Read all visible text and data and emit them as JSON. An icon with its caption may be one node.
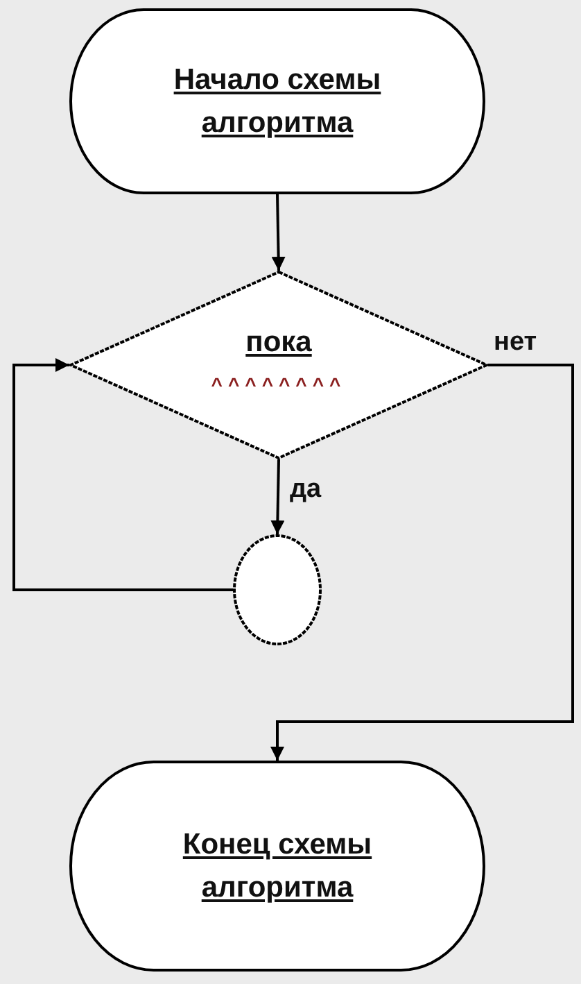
{
  "diagram": {
    "nodes": [
      {
        "text": [
          "Начало схемы алгоритма"
        ]
      },
      {
        "text": [
          "пока",
          "^^^^^^^^"
        ]
      },
      {
        "text": [],
        "shape": "circle"
      },
      {
        "text": [
          "Конец схемы алгоритма"
        ]
      }
    ],
    "edges": [
      {
        "from": 0,
        "to": 1,
        "arrow": "to"
      },
      {
        "from": 1,
        "to": 2,
        "arrow": "to",
        "label": "да"
      },
      {
        "from": 2,
        "to": 1,
        "arrow": "to"
      },
      {
        "from": 1,
        "to": 3,
        "arrow": "to",
        "label": "нет"
      }
    ]
  }
}
